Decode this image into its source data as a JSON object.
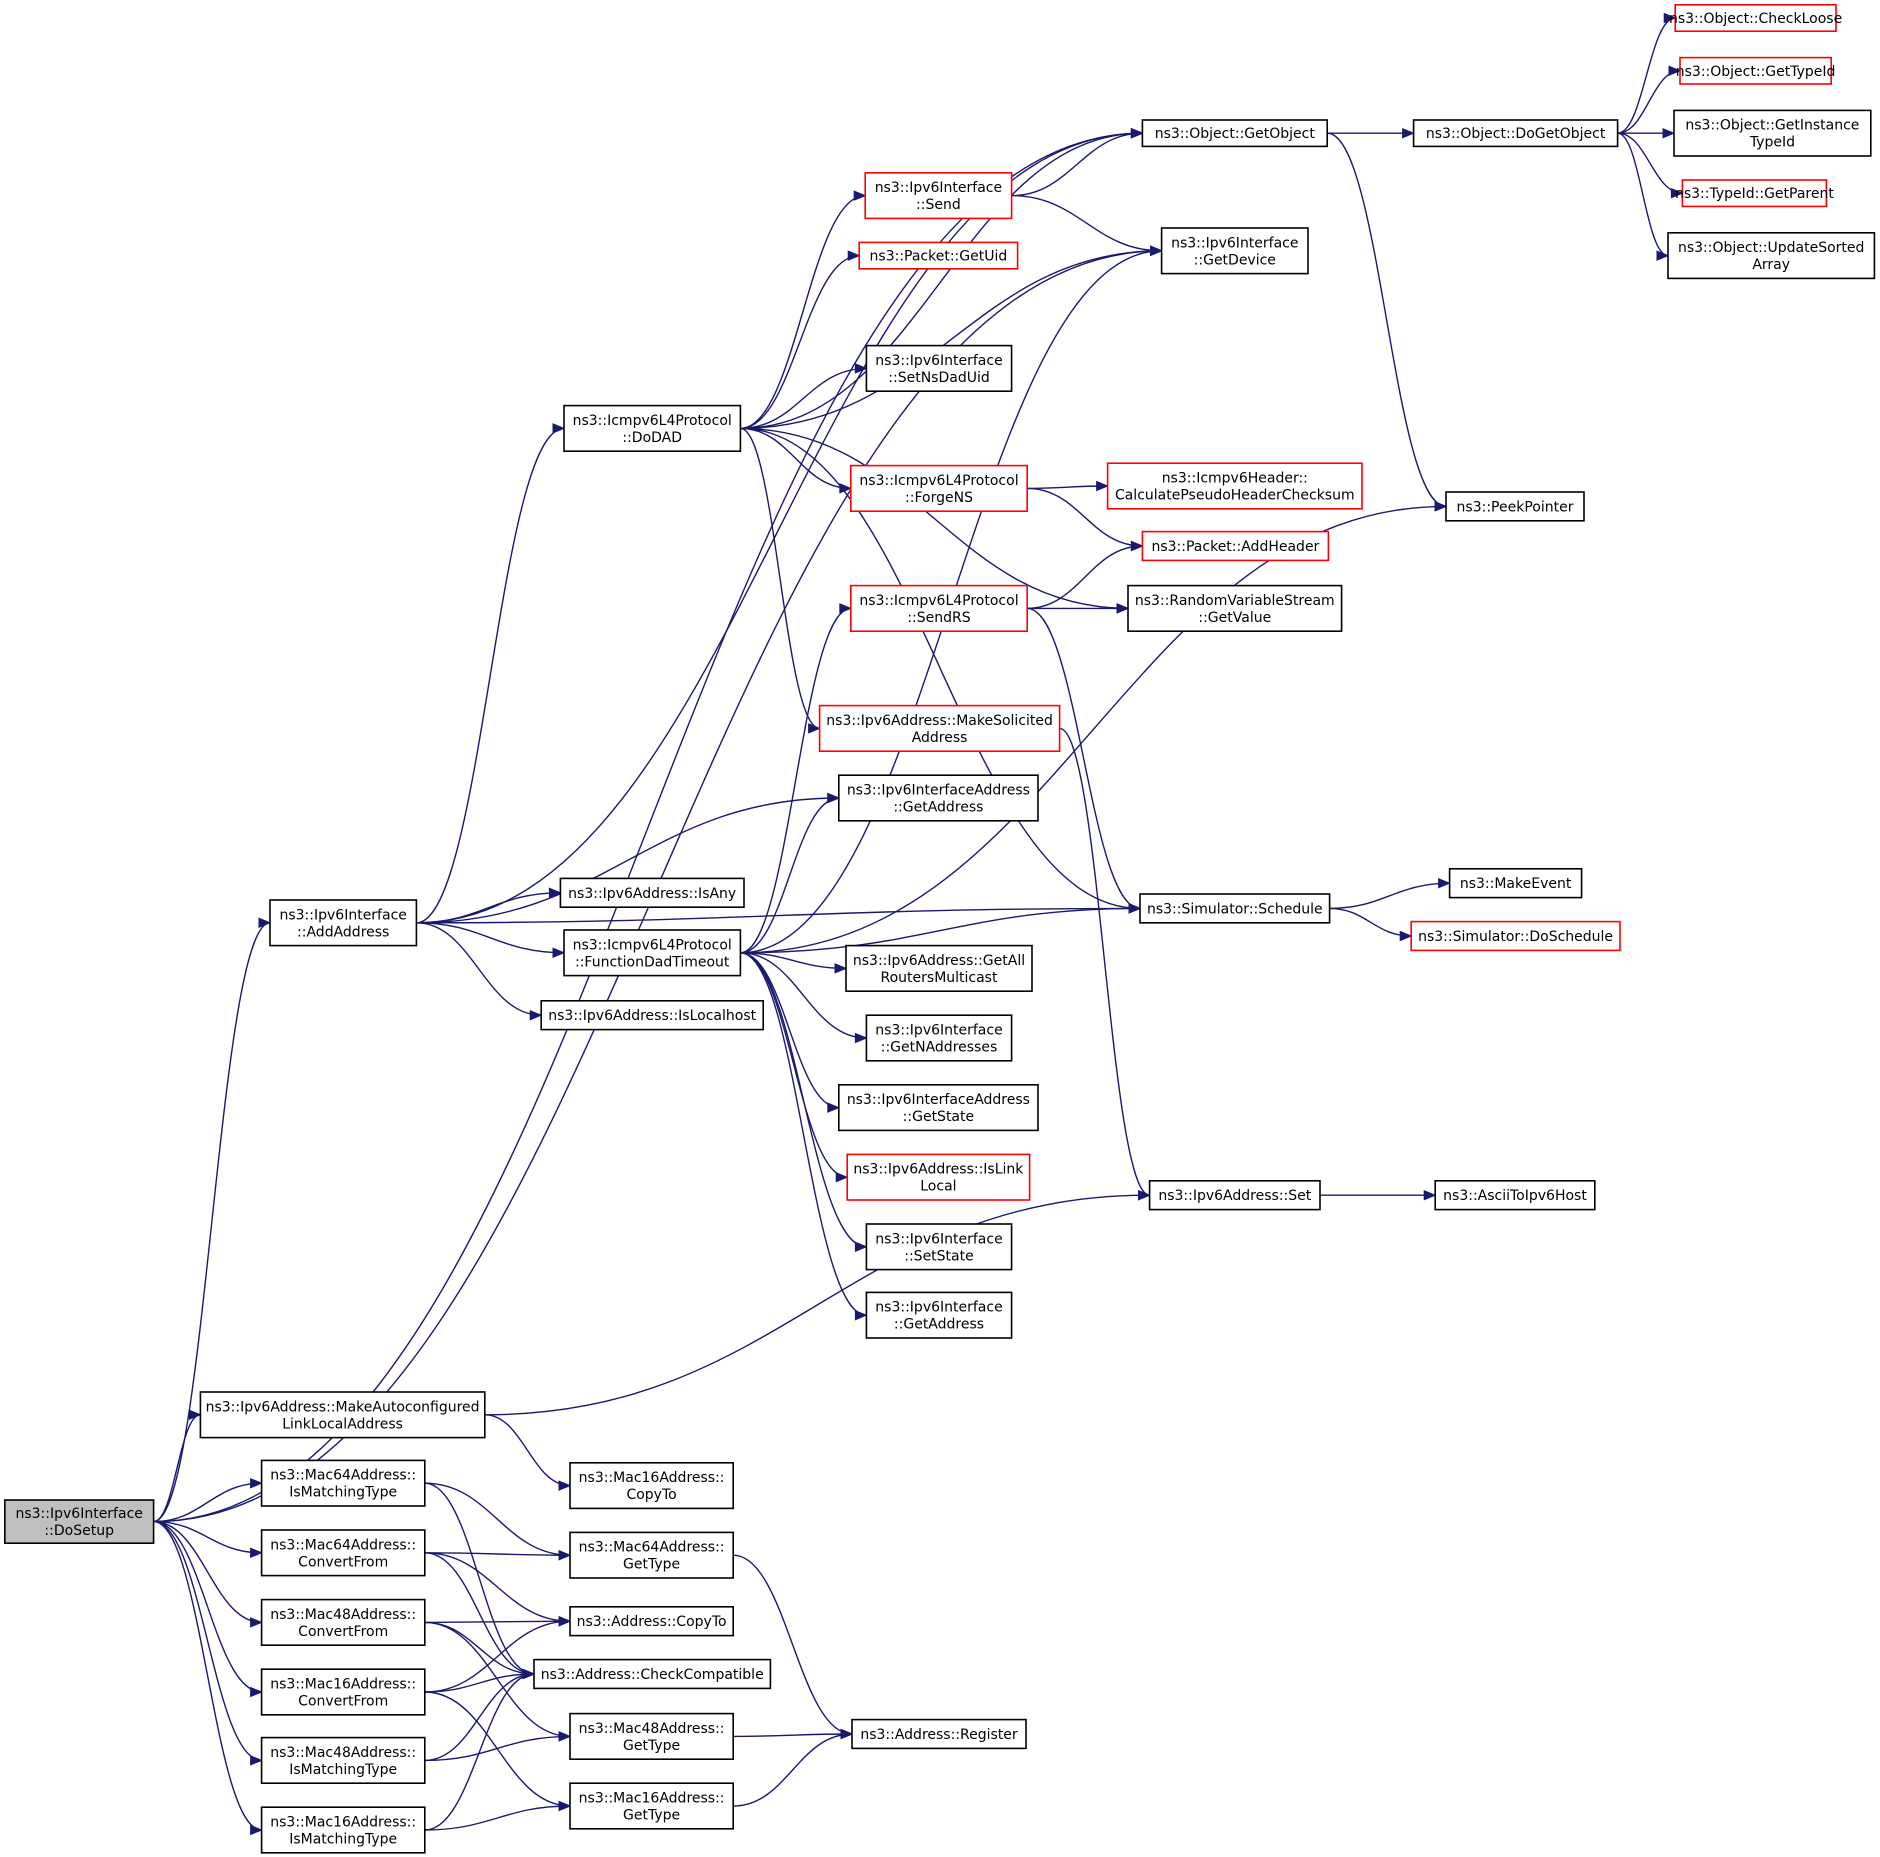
{
  "nodes": [
    {
      "id": "doSetup",
      "lines": [
        "ns3::Ipv6Interface",
        "::DoSetup"
      ],
      "style": "root"
    },
    {
      "id": "checkLoose",
      "lines": [
        "ns3::Object::CheckLoose"
      ],
      "style": "red"
    },
    {
      "id": "getTypeId",
      "lines": [
        "ns3::Object::GetTypeId"
      ],
      "style": "red"
    },
    {
      "id": "getObject",
      "lines": [
        "ns3::Object::GetObject"
      ],
      "style": "normal"
    },
    {
      "id": "doGetObject",
      "lines": [
        "ns3::Object::DoGetObject"
      ],
      "style": "normal"
    },
    {
      "id": "getInstanceTypeId",
      "lines": [
        "ns3::Object::GetInstance",
        "TypeId"
      ],
      "style": "normal"
    },
    {
      "id": "getParent",
      "lines": [
        "ns3::TypeId::GetParent"
      ],
      "style": "red"
    },
    {
      "id": "updateSortedArray",
      "lines": [
        "ns3::Object::UpdateSorted",
        "Array"
      ],
      "style": "normal"
    },
    {
      "id": "ifSend",
      "lines": [
        "ns3::Ipv6Interface",
        "::Send"
      ],
      "style": "red"
    },
    {
      "id": "getDevice",
      "lines": [
        "ns3::Ipv6Interface",
        "::GetDevice"
      ],
      "style": "normal"
    },
    {
      "id": "packetGetUid",
      "lines": [
        "ns3::Packet::GetUid"
      ],
      "style": "red"
    },
    {
      "id": "setNsDadUid",
      "lines": [
        "ns3::Ipv6Interface",
        "::SetNsDadUid"
      ],
      "style": "normal"
    },
    {
      "id": "doDAD",
      "lines": [
        "ns3::Icmpv6L4Protocol",
        "::DoDAD"
      ],
      "style": "normal"
    },
    {
      "id": "forgeNS",
      "lines": [
        "ns3::Icmpv6L4Protocol",
        "::ForgeNS"
      ],
      "style": "red"
    },
    {
      "id": "calcChecksum",
      "lines": [
        "ns3::Icmpv6Header::",
        "CalculatePseudoHeaderChecksum"
      ],
      "style": "red"
    },
    {
      "id": "peekPointer",
      "lines": [
        "ns3::PeekPointer"
      ],
      "style": "normal"
    },
    {
      "id": "addHeader",
      "lines": [
        "ns3::Packet::AddHeader"
      ],
      "style": "red"
    },
    {
      "id": "sendRS",
      "lines": [
        "ns3::Icmpv6L4Protocol",
        "::SendRS"
      ],
      "style": "red"
    },
    {
      "id": "rvsGetValue",
      "lines": [
        "ns3::RandomVariableStream",
        "::GetValue"
      ],
      "style": "normal"
    },
    {
      "id": "makeSolicited",
      "lines": [
        "ns3::Ipv6Address::MakeSolicited",
        "Address"
      ],
      "style": "red"
    },
    {
      "id": "ifAddrGetAddress",
      "lines": [
        "ns3::Ipv6InterfaceAddress",
        "::GetAddress"
      ],
      "style": "normal"
    },
    {
      "id": "addAddress",
      "lines": [
        "ns3::Ipv6Interface",
        "::AddAddress"
      ],
      "style": "normal"
    },
    {
      "id": "isAny",
      "lines": [
        "ns3::Ipv6Address::IsAny"
      ],
      "style": "normal"
    },
    {
      "id": "schedule",
      "lines": [
        "ns3::Simulator::Schedule"
      ],
      "style": "normal"
    },
    {
      "id": "makeEvent",
      "lines": [
        "ns3::MakeEvent"
      ],
      "style": "normal"
    },
    {
      "id": "doSchedule",
      "lines": [
        "ns3::Simulator::DoSchedule"
      ],
      "style": "red"
    },
    {
      "id": "funcDadTimeout",
      "lines": [
        "ns3::Icmpv6L4Protocol",
        "::FunctionDadTimeout"
      ],
      "style": "normal"
    },
    {
      "id": "getAllRouters",
      "lines": [
        "ns3::Ipv6Address::GetAll",
        "RoutersMulticast"
      ],
      "style": "normal"
    },
    {
      "id": "isLocalhost",
      "lines": [
        "ns3::Ipv6Address::IsLocalhost"
      ],
      "style": "normal"
    },
    {
      "id": "getNAddresses",
      "lines": [
        "ns3::Ipv6Interface",
        "::GetNAddresses"
      ],
      "style": "normal"
    },
    {
      "id": "ifAddrGetState",
      "lines": [
        "ns3::Ipv6InterfaceAddress",
        "::GetState"
      ],
      "style": "normal"
    },
    {
      "id": "isLinkLocal",
      "lines": [
        "ns3::Ipv6Address::IsLink",
        "Local"
      ],
      "style": "red"
    },
    {
      "id": "ipv6Set",
      "lines": [
        "ns3::Ipv6Address::Set"
      ],
      "style": "normal"
    },
    {
      "id": "asciiToIpv6",
      "lines": [
        "ns3::AsciiToIpv6Host"
      ],
      "style": "normal"
    },
    {
      "id": "ifSetState",
      "lines": [
        "ns3::Ipv6Interface",
        "::SetState"
      ],
      "style": "normal"
    },
    {
      "id": "ifGetAddress",
      "lines": [
        "ns3::Ipv6Interface",
        "::GetAddress"
      ],
      "style": "normal"
    },
    {
      "id": "makeAutoconf",
      "lines": [
        "ns3::Ipv6Address::MakeAutoconfigured",
        "LinkLocalAddress"
      ],
      "style": "normal"
    },
    {
      "id": "mac64IsMatching",
      "lines": [
        "ns3::Mac64Address::",
        "IsMatchingType"
      ],
      "style": "normal"
    },
    {
      "id": "mac16CopyTo",
      "lines": [
        "ns3::Mac16Address::",
        "CopyTo"
      ],
      "style": "normal"
    },
    {
      "id": "mac64ConvertFrom",
      "lines": [
        "ns3::Mac64Address::",
        "ConvertFrom"
      ],
      "style": "normal"
    },
    {
      "id": "mac64GetType",
      "lines": [
        "ns3::Mac64Address::",
        "GetType"
      ],
      "style": "normal"
    },
    {
      "id": "mac48ConvertFrom",
      "lines": [
        "ns3::Mac48Address::",
        "ConvertFrom"
      ],
      "style": "normal"
    },
    {
      "id": "addrCopyTo",
      "lines": [
        "ns3::Address::CopyTo"
      ],
      "style": "normal"
    },
    {
      "id": "mac16ConvertFrom",
      "lines": [
        "ns3::Mac16Address::",
        "ConvertFrom"
      ],
      "style": "normal"
    },
    {
      "id": "checkCompatible",
      "lines": [
        "ns3::Address::CheckCompatible"
      ],
      "style": "normal"
    },
    {
      "id": "mac48GetType",
      "lines": [
        "ns3::Mac48Address::",
        "GetType"
      ],
      "style": "normal"
    },
    {
      "id": "addrRegister",
      "lines": [
        "ns3::Address::Register"
      ],
      "style": "normal"
    },
    {
      "id": "mac48IsMatching",
      "lines": [
        "ns3::Mac48Address::",
        "IsMatchingType"
      ],
      "style": "normal"
    },
    {
      "id": "mac16GetType",
      "lines": [
        "ns3::Mac16Address::",
        "GetType"
      ],
      "style": "normal"
    },
    {
      "id": "mac16IsMatching",
      "lines": [
        "ns3::Mac16Address::",
        "IsMatchingType"
      ],
      "style": "normal"
    }
  ],
  "edges": [
    [
      "doSetup",
      "getObject"
    ],
    [
      "doSetup",
      "getDevice"
    ],
    [
      "doSetup",
      "addAddress"
    ],
    [
      "doSetup",
      "makeAutoconf"
    ],
    [
      "doSetup",
      "mac64IsMatching"
    ],
    [
      "doSetup",
      "mac64ConvertFrom"
    ],
    [
      "doSetup",
      "mac48ConvertFrom"
    ],
    [
      "doSetup",
      "mac16ConvertFrom"
    ],
    [
      "doSetup",
      "mac48IsMatching"
    ],
    [
      "doSetup",
      "mac16IsMatching"
    ],
    [
      "getObject",
      "doGetObject"
    ],
    [
      "getObject",
      "peekPointer"
    ],
    [
      "doGetObject",
      "checkLoose"
    ],
    [
      "doGetObject",
      "getTypeId"
    ],
    [
      "doGetObject",
      "getInstanceTypeId"
    ],
    [
      "doGetObject",
      "getParent"
    ],
    [
      "doGetObject",
      "updateSortedArray"
    ],
    [
      "ifSend",
      "getObject"
    ],
    [
      "ifSend",
      "getDevice"
    ],
    [
      "doDAD",
      "getObject"
    ],
    [
      "doDAD",
      "ifSend"
    ],
    [
      "doDAD",
      "packetGetUid"
    ],
    [
      "doDAD",
      "getDevice"
    ],
    [
      "doDAD",
      "setNsDadUid"
    ],
    [
      "doDAD",
      "forgeNS"
    ],
    [
      "doDAD",
      "rvsGetValue"
    ],
    [
      "doDAD",
      "makeSolicited"
    ],
    [
      "doDAD",
      "schedule"
    ],
    [
      "forgeNS",
      "calcChecksum"
    ],
    [
      "forgeNS",
      "addHeader"
    ],
    [
      "sendRS",
      "addHeader"
    ],
    [
      "sendRS",
      "rvsGetValue"
    ],
    [
      "sendRS",
      "schedule"
    ],
    [
      "makeSolicited",
      "ipv6Set"
    ],
    [
      "addAddress",
      "getObject"
    ],
    [
      "addAddress",
      "doDAD"
    ],
    [
      "addAddress",
      "ifAddrGetAddress"
    ],
    [
      "addAddress",
      "isAny"
    ],
    [
      "addAddress",
      "funcDadTimeout"
    ],
    [
      "addAddress",
      "isLocalhost"
    ],
    [
      "addAddress",
      "schedule"
    ],
    [
      "funcDadTimeout",
      "getDevice"
    ],
    [
      "funcDadTimeout",
      "sendRS"
    ],
    [
      "funcDadTimeout",
      "ifAddrGetAddress"
    ],
    [
      "funcDadTimeout",
      "peekPointer"
    ],
    [
      "funcDadTimeout",
      "schedule"
    ],
    [
      "funcDadTimeout",
      "getAllRouters"
    ],
    [
      "funcDadTimeout",
      "getNAddresses"
    ],
    [
      "funcDadTimeout",
      "ifAddrGetState"
    ],
    [
      "funcDadTimeout",
      "isLinkLocal"
    ],
    [
      "funcDadTimeout",
      "ifSetState"
    ],
    [
      "funcDadTimeout",
      "ifGetAddress"
    ],
    [
      "schedule",
      "makeEvent"
    ],
    [
      "schedule",
      "doSchedule"
    ],
    [
      "ipv6Set",
      "asciiToIpv6"
    ],
    [
      "makeAutoconf",
      "ipv6Set"
    ],
    [
      "makeAutoconf",
      "mac16CopyTo"
    ],
    [
      "mac64IsMatching",
      "mac64GetType"
    ],
    [
      "mac64IsMatching",
      "checkCompatible"
    ],
    [
      "mac64ConvertFrom",
      "mac64GetType"
    ],
    [
      "mac64ConvertFrom",
      "addrCopyTo"
    ],
    [
      "mac64ConvertFrom",
      "checkCompatible"
    ],
    [
      "mac48ConvertFrom",
      "addrCopyTo"
    ],
    [
      "mac48ConvertFrom",
      "checkCompatible"
    ],
    [
      "mac48ConvertFrom",
      "mac48GetType"
    ],
    [
      "mac16ConvertFrom",
      "addrCopyTo"
    ],
    [
      "mac16ConvertFrom",
      "checkCompatible"
    ],
    [
      "mac16ConvertFrom",
      "mac16GetType"
    ],
    [
      "mac48IsMatching",
      "checkCompatible"
    ],
    [
      "mac48IsMatching",
      "mac48GetType"
    ],
    [
      "mac16IsMatching",
      "checkCompatible"
    ],
    [
      "mac16IsMatching",
      "mac16GetType"
    ],
    [
      "mac64GetType",
      "addrRegister"
    ],
    [
      "mac48GetType",
      "addrRegister"
    ],
    [
      "mac16GetType",
      "addrRegister"
    ]
  ],
  "colors": {
    "edge": "#191970",
    "node_border": "#000000",
    "link_border_red": "#ff0000",
    "root_fill": "#bfbfbf",
    "background": "#ffffff"
  }
}
